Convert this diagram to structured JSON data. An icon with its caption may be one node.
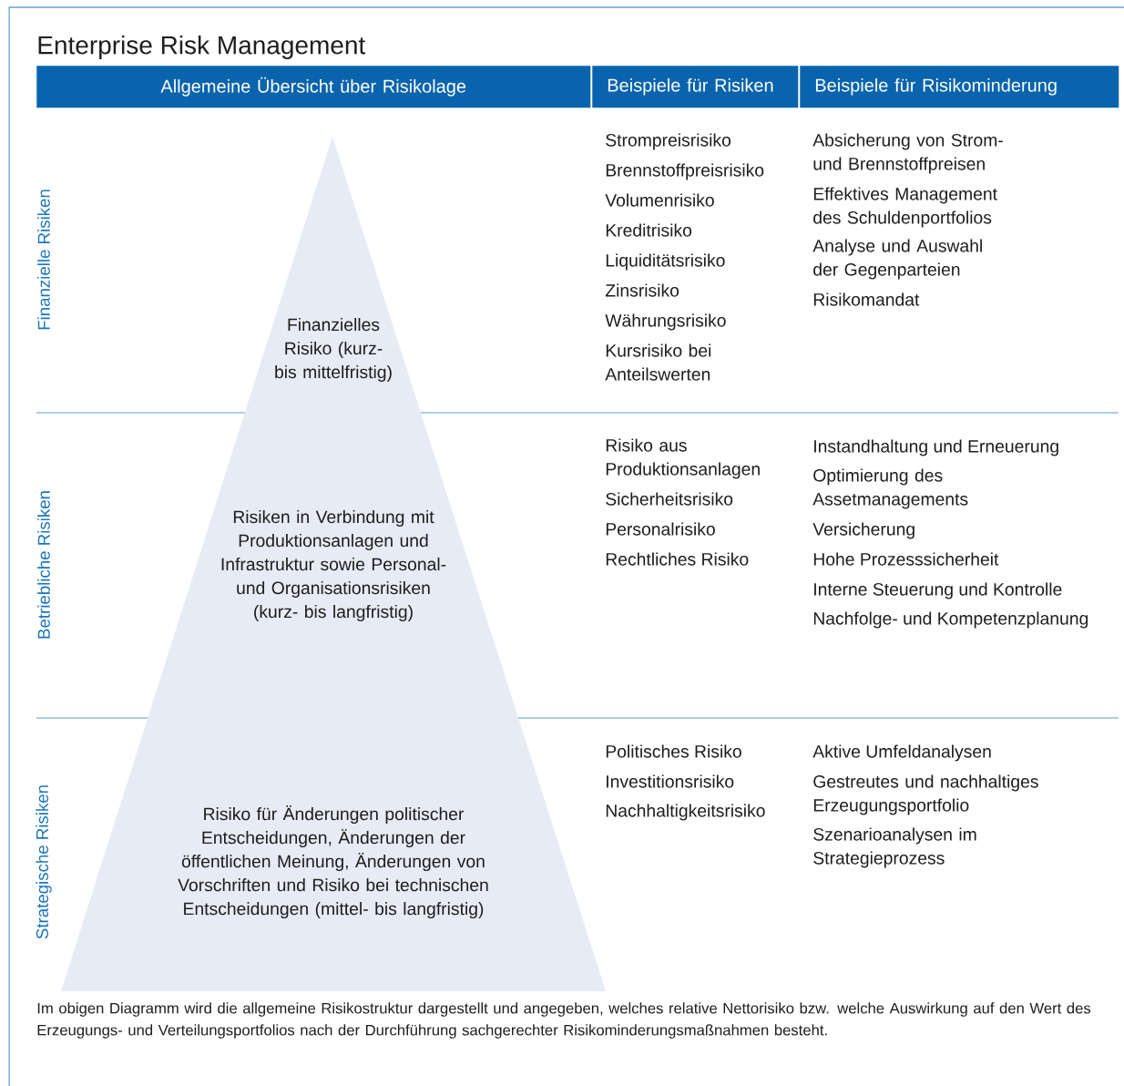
{
  "diagram": {
    "title": "Enterprise Risk Management",
    "caption": "Im obigen Diagramm wird die allgemeine Risikostruktur dargestellt und angegeben, welches relative Nettorisiko bzw. welche Auswirkung auf den Wert des Erzeugungs- und Verteilungsportfolios nach der Durchführung sachgerechter Risikominderungsmaßnahmen besteht.",
    "nodes": [
      {
        "text": [
          "Allgemeine Übersicht über Risikolage"
        ]
      },
      {
        "text": [
          "Beispiele für Risiken"
        ]
      },
      {
        "text": [
          "Beispiele für Risikominderung"
        ]
      },
      {
        "text": [
          "Finanzielles Risiko (kurz- bis mittelfristig)",
          "Risiken in Verbindung mit Produktionsanlagen und Infrastruktur sowie Personal- und Organisationsrisiken (kurz- bis langfristig)",
          "Risiko für Änderungen politischer Entscheidungen, Änderungen der öffentlichen Meinung, Änderungen von Vorschriften und Risiko bei technischen Entscheidungen (mittel- bis langfristig)"
        ]
      }
    ],
    "labels": [
      "Finanzielle Risiken",
      "Strompreisrisiko",
      "Brennstoffpreisrisiko",
      "Volumenrisiko",
      "Kreditrisiko",
      "Liquiditätsrisiko",
      "Zinsrisiko",
      "Währungsrisiko",
      "Kursrisiko bei Anteilswerten",
      "Absicherung von Strom- und Brennstoffpreisen",
      "Effektives Management des Schuldenportfolios",
      "Analyse und Auswahl der Gegenparteien",
      "Risikomandat",
      "Betriebliche Risiken",
      "Risiko aus Produktionsanlagen",
      "Sicherheitsrisiko",
      "Personalrisiko",
      "Rechtliches Risiko",
      "Instandhaltung und Erneuerung",
      "Optimierung des Assetmanagements",
      "Versicherung",
      "Hohe Prozesssicherheit",
      "Interne Steuerung und Kontrolle",
      "Nachfolge- und Kompetenzplanung",
      "Strategische Risiken",
      "Politisches Risiko",
      "Investitionsrisiko",
      "Nachhaltigkeitsrisiko",
      "Aktive Umfeldanalysen",
      "Gestreutes und nachhaltiges Erzeugungsportfolio",
      "Szenarioanalysen im Strategieprozess"
    ]
  }
}
